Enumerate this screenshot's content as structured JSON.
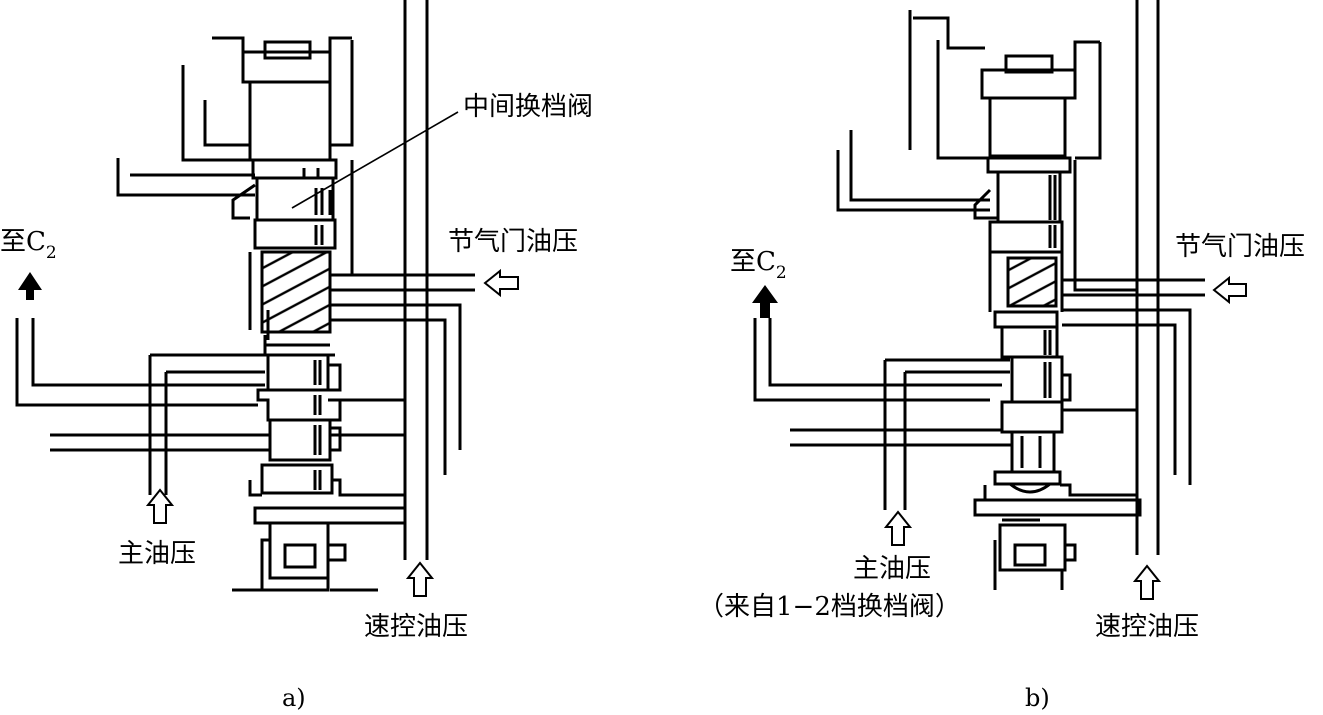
{
  "panel_a": {
    "valve_label": "中间换档阀",
    "to_c2_prefix": "至C",
    "to_c2_sub": "2",
    "throttle_pressure": "节气门油压",
    "main_pressure": "主油压",
    "governor_pressure": "速控油压",
    "caption": "a)"
  },
  "panel_b": {
    "to_c2_prefix": "至C",
    "to_c2_sub": "2",
    "throttle_pressure": "节气门油压",
    "main_pressure": "主油压",
    "main_pressure_source": "（来自1−2档换档阀）",
    "governor_pressure": "速控油压",
    "caption": "b)"
  },
  "colors": {
    "ink": "#000000",
    "background": "#ffffff"
  },
  "icons": [
    "outline-arrow-up-icon",
    "outline-arrow-left-icon",
    "solid-arrow-up-icon"
  ]
}
